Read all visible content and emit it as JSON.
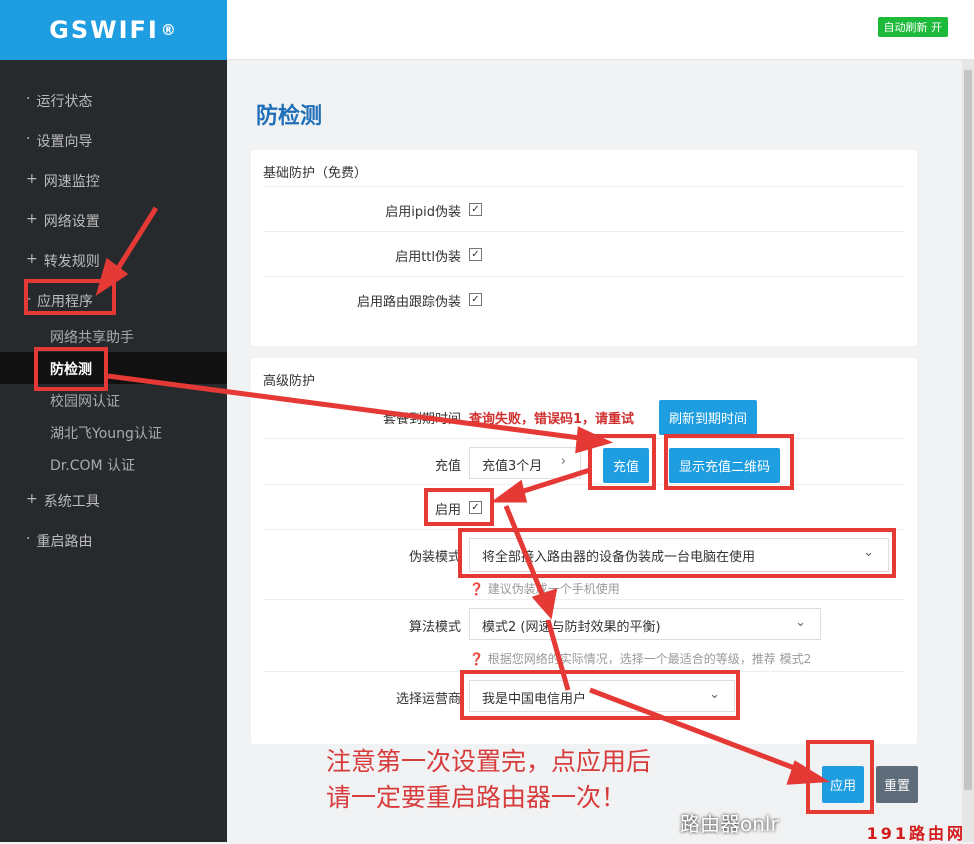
{
  "brand": {
    "name": "GSWIFI",
    "mark": "®"
  },
  "topbar": {
    "auto_refresh": "自动刷新 开"
  },
  "sidebar": {
    "items": [
      {
        "prefix": "·",
        "label": "运行状态"
      },
      {
        "prefix": "·",
        "label": "设置向导"
      },
      {
        "prefix": "+",
        "label": "网速监控"
      },
      {
        "prefix": "+",
        "label": "网络设置"
      },
      {
        "prefix": "+",
        "label": "转发规则"
      },
      {
        "prefix": "-",
        "label": "应用程序"
      }
    ],
    "sub_items": [
      "网络共享助手",
      "防检测",
      "校园网认证",
      "湖北飞Young认证",
      "Dr.COM 认证"
    ],
    "items_after": [
      {
        "prefix": "+",
        "label": "系统工具"
      },
      {
        "prefix": "·",
        "label": "重启路由"
      }
    ]
  },
  "page": {
    "title": "防检测"
  },
  "basic": {
    "title": "基础防护（免费）",
    "rows": [
      {
        "label": "启用ipid伪装",
        "checked": true
      },
      {
        "label": "启用ttl伪装",
        "checked": true
      },
      {
        "label": "启用路由跟踪伪装",
        "checked": true
      }
    ]
  },
  "advanced": {
    "title": "高级防护",
    "expire_label": "套餐到期时间",
    "expire_value": "查询失败，错误码1，请重试",
    "refresh_btn": "刷新到期时间",
    "recharge_label": "充值",
    "recharge_select": "充值3个月",
    "recharge_btn": "充值",
    "qr_btn": "显示充值二维码",
    "enable_label": "启用",
    "enable_checked": true,
    "disguise_label": "伪装模式",
    "disguise_value": "将全部接入路由器的设备伪装成一台电脑在使用",
    "disguise_hint": "建议伪装成一个手机使用",
    "algo_label": "算法模式",
    "algo_value": "模式2 (网速与防封效果的平衡)",
    "algo_hint": "根据您网络的实际情况，选择一个最适合的等级，推荐 模式2",
    "isp_label": "选择运营商",
    "isp_value": "我是中国电信用户"
  },
  "actions": {
    "apply": "应用",
    "reset": "重置"
  },
  "annotation": {
    "line1": "注意第一次设置完，点应用后",
    "line2": "请一定要重启路由器一次！"
  },
  "watermarks": [
    "路由器onlr",
    "191路由网"
  ],
  "colors": {
    "accent": "#1e9ee0",
    "sidebar": "#272a2d",
    "annotation": "#e53935"
  }
}
